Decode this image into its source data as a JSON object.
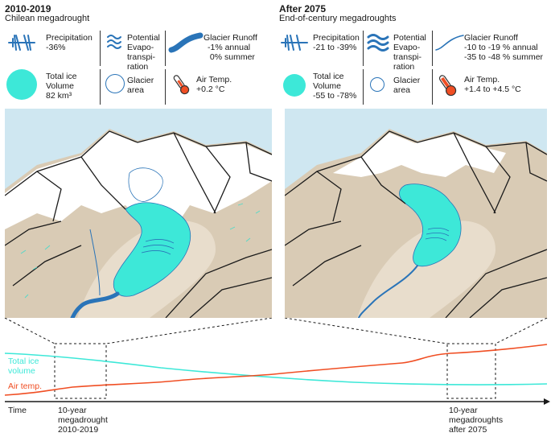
{
  "left": {
    "title": "2010-2019",
    "subtitle": "Chilean megadrought",
    "precip_label": "Precipitation",
    "precip_value": "-36%",
    "evapo_label": "Potential\nEvapo-\ntranspi-\nration",
    "runoff_label": "Glacier Runoff",
    "runoff_annual": "-1% annual",
    "runoff_summer": " 0% summer",
    "ice_label": "Total ice\nVolume\n82 km³",
    "area_label": "Glacier\narea",
    "temp_label": "Air Temp.",
    "temp_value": "+0.2 °C"
  },
  "right": {
    "title": "After 2075",
    "subtitle": "End-of-century megadroughts",
    "precip_label": "Precipitation",
    "precip_value": "-21 to -39%",
    "evapo_label": "Potential\nEvapo-\ntranspi-\nration",
    "runoff_label": "Glacier Runoff",
    "runoff_annual": "-10 to -19 % annual",
    "runoff_summer": "-35 to -48 % summer",
    "ice_label": "Total ice\nVolume\n-55 to -78%",
    "area_label": "Glacier\narea",
    "temp_label": "Air Temp.",
    "temp_value": "+1.4 to +4.5 °C"
  },
  "timeline": {
    "ice_label": "Total ice\nvolume",
    "temp_label": "Air temp.",
    "axis_label": "Time",
    "window1_label": "10-year\nmegadrought\n2010-2019",
    "window2_label": "10-year\nmegadroughts\nafter 2075"
  },
  "colors": {
    "ice": "#3de8d8",
    "temp": "#f04e23",
    "water": "#2a74b8",
    "sky": "#cfe7f1",
    "rock": "#d9cbb5",
    "rock_dark": "#c4b08f",
    "ice_line": "#4fd9c9"
  }
}
